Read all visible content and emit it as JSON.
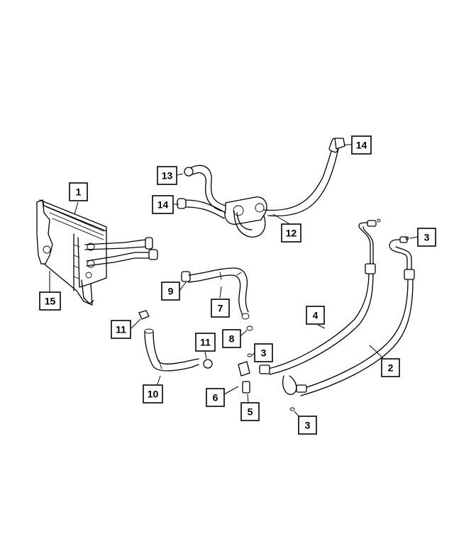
{
  "diagram": {
    "callouts": [
      {
        "id": "c1",
        "label": "1"
      },
      {
        "id": "c2",
        "label": "2"
      },
      {
        "id": "c3a",
        "label": "3"
      },
      {
        "id": "c3b",
        "label": "3"
      },
      {
        "id": "c3c",
        "label": "3"
      },
      {
        "id": "c4",
        "label": "4"
      },
      {
        "id": "c5",
        "label": "5"
      },
      {
        "id": "c6",
        "label": "6"
      },
      {
        "id": "c7",
        "label": "7"
      },
      {
        "id": "c8",
        "label": "8"
      },
      {
        "id": "c9",
        "label": "9"
      },
      {
        "id": "c10",
        "label": "10"
      },
      {
        "id": "c11a",
        "label": "11"
      },
      {
        "id": "c11b",
        "label": "11"
      },
      {
        "id": "c12",
        "label": "12"
      },
      {
        "id": "c13",
        "label": "13"
      },
      {
        "id": "c14a",
        "label": "14"
      },
      {
        "id": "c14b",
        "label": "14"
      },
      {
        "id": "c15",
        "label": "15"
      }
    ]
  }
}
